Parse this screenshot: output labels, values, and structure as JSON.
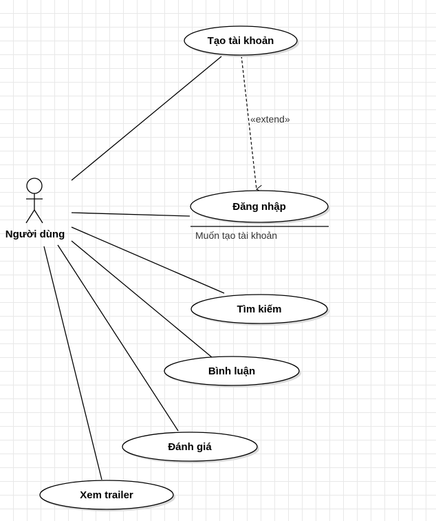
{
  "diagram": {
    "type": "use-case",
    "actor": {
      "label": "Người dùng"
    },
    "use_cases": {
      "create_account": "Tạo tài khoản",
      "login": "Đăng nhập",
      "search": "Tìm kiếm",
      "comment": "Bình luận",
      "rate": "Đánh giá",
      "watch_trailer": "Xem trailer"
    },
    "relationships": {
      "extend_label": "«extend»",
      "extension_point": "Muốn tạo tài khoản"
    },
    "colors": {
      "line": "#000000",
      "ellipse_fill": "#ffffff",
      "shadow": "#d9d9d9",
      "grid": "#e8e8e8"
    }
  }
}
